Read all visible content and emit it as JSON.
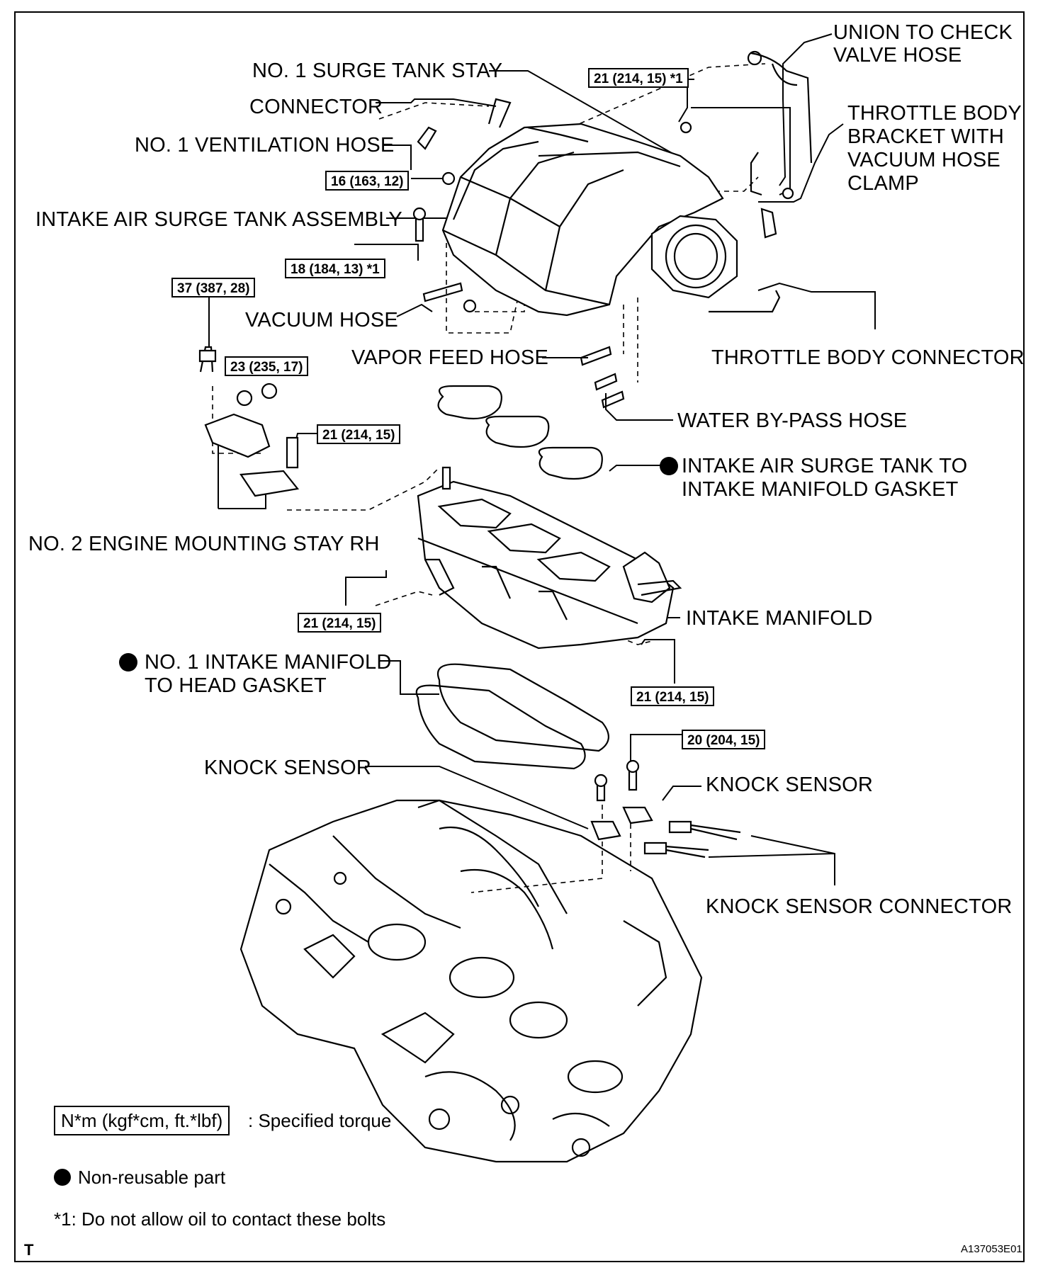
{
  "labels": {
    "union_to_check_valve_hose": [
      "UNION TO CHECK",
      "VALVE HOSE"
    ],
    "no1_surge_tank_stay": "NO. 1 SURGE TANK STAY",
    "connector": "CONNECTOR",
    "no1_ventilation_hose": "NO. 1 VENTILATION HOSE",
    "throttle_body_bracket": [
      "THROTTLE BODY",
      "BRACKET WITH",
      "VACUUM HOSE",
      "CLAMP"
    ],
    "intake_air_surge_tank_assembly": "INTAKE AIR SURGE TANK ASSEMBLY",
    "vacuum_hose": "VACUUM HOSE",
    "vapor_feed_hose": "VAPOR FEED HOSE",
    "throttle_body_connector": "THROTTLE BODY CONNECTOR",
    "water_bypass_hose": "WATER BY-PASS HOSE",
    "surge_tank_gasket": [
      "INTAKE AIR SURGE TANK TO",
      "INTAKE MANIFOLD GASKET"
    ],
    "no2_engine_mounting_stay_rh": "NO. 2 ENGINE MOUNTING STAY RH",
    "intake_manifold": "INTAKE MANIFOLD",
    "no1_intake_manifold_gasket": [
      "NO. 1 INTAKE MANIFOLD",
      "TO HEAD GASKET"
    ],
    "knock_sensor_left": "KNOCK SENSOR",
    "knock_sensor_right": "KNOCK SENSOR",
    "knock_sensor_connector": "KNOCK SENSOR CONNECTOR"
  },
  "torques": {
    "t_21_star_top": "21 (214, 15) *1",
    "t_16": "16 (163, 12)",
    "t_18": "18 (184, 13) *1",
    "t_37": "37 (387, 28)",
    "t_23": "23 (235, 17)",
    "t_21_stay": "21 (214, 15)",
    "t_21_manifold_left": "21 (214, 15)",
    "t_21_manifold_right": "21 (214, 15)",
    "t_20": "20 (204, 15)"
  },
  "legend": {
    "torque_unit_box": "N*m (kgf*cm, ft.*lbf)",
    "torque_desc": ": Specified torque",
    "nonreusable": "Non-reusable part",
    "note": "*1: Do not allow oil to contact these bolts"
  },
  "corner": {
    "left": "T",
    "figure_id": "A137053E01"
  }
}
